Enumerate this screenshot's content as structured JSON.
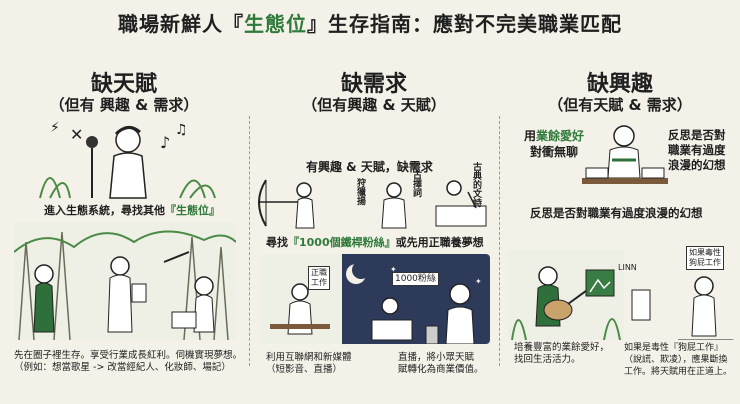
{
  "title": {
    "prefix": "職場新鮮人『",
    "highlight": "生態位",
    "suffix": "』生存指南：應對不完美職業匹配"
  },
  "columns": [
    {
      "heading": "缺天賦",
      "sub": "（但有 興趣 & 需求）",
      "caption_top": {
        "text": "進入生態系統，尋找其他",
        "highlight": "『生態位』"
      },
      "caption_bottom": {
        "line1": "先在圈子裡生存。享受行業成長紅利。伺機實現夢想。",
        "line2": "（例如：想當歌星 -> 改當經紀人、化妝師、場記）"
      }
    },
    {
      "heading": "缺需求",
      "sub": "（但有興趣 & 天賦）",
      "scene_text": "有興趣 & 天賦，缺需求",
      "vertical_labels": [
        "狩獵揚",
        "古擇詞",
        "古典的文詩"
      ],
      "caption_mid": {
        "prefix": "尋找",
        "highlight": "『1000個鐵桿粉絲』",
        "suffix": "或先用正職養夢想"
      },
      "tags": {
        "board": "正職\n工作",
        "fans": "1000粉絲"
      },
      "caption_left": {
        "line1": "利用互聯網和新媒體",
        "line2": "（短影音、直播）"
      },
      "caption_right": {
        "line1": "直播，將小眾天賦",
        "line2": "賦轉化為商業價值。"
      }
    },
    {
      "heading": "缺興趣",
      "sub": "（但有天賦 & 需求）",
      "left_text": {
        "prefix": "用",
        "highlight": "業餘愛好",
        "line2": "對衝無聊"
      },
      "right_text": {
        "line1": "反思是否對",
        "line2": "職業有過度",
        "line3": "浪漫的幻想"
      },
      "caption_mid": "反思是否對職業有過度浪漫的幻想",
      "tags": {
        "linn": "LINN",
        "sign": "如果毒性\n狗屁工作"
      },
      "caption_left": {
        "line1": "培養豐富的業餘愛好，",
        "line2": "找回生活活力。"
      },
      "caption_right": {
        "line1": "如果是毒性『狗屁工作』",
        "line2": "（說謊、欺凌），應果斷換",
        "line3": "工作。將天賦用在正道上。"
      }
    }
  ]
}
